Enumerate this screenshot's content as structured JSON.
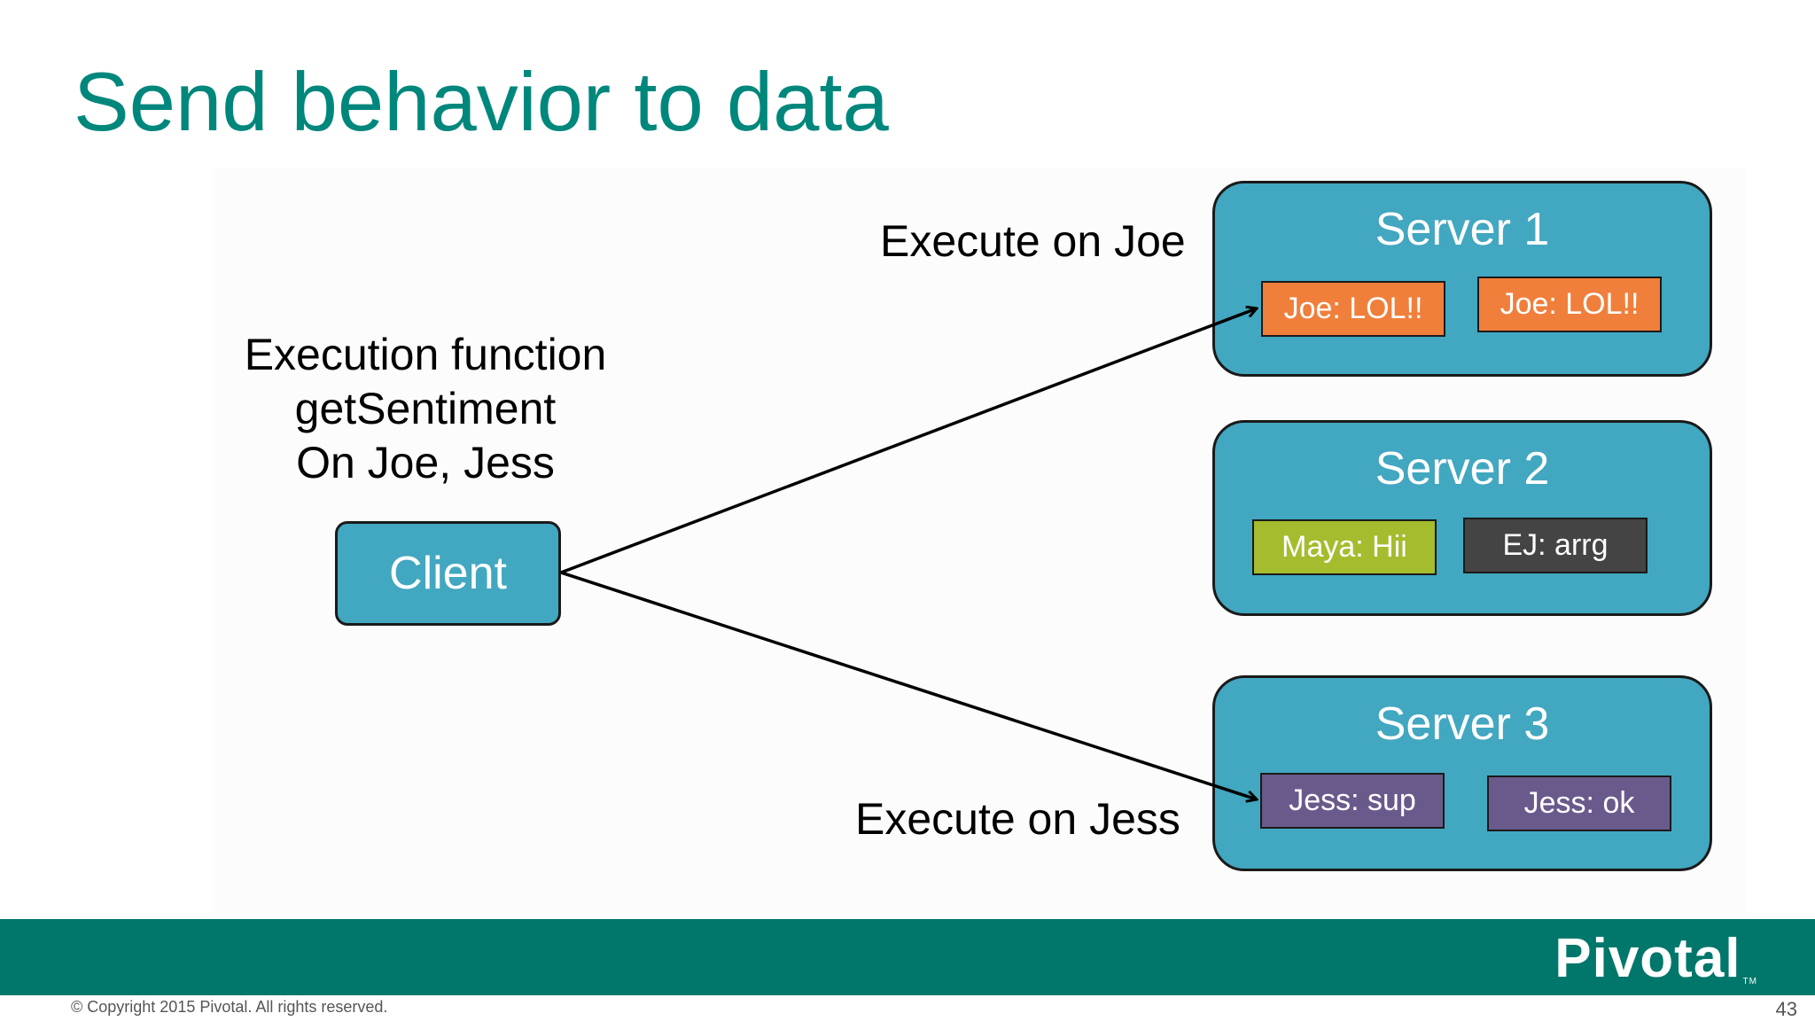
{
  "slide": {
    "title": "Send behavior to data",
    "footer": {
      "copyright": "© Copyright 2015 Pivotal. All rights reserved.",
      "page_number": "43",
      "logo_text": "Pivotal",
      "logo_tm": "TM"
    },
    "colors": {
      "title": "#00877C",
      "footer_band": "#00776A",
      "box_fill": "#42A7C0",
      "joe_chip": "#F07F3C",
      "maya_chip": "#A5BC2E",
      "ej_chip": "#444444",
      "jess_chip": "#6A5A8C"
    }
  },
  "diagram": {
    "execution_text": [
      "Execution function",
      "getSentiment",
      "On Joe, Jess"
    ],
    "client_label": "Client",
    "arrow_labels": {
      "top": "Execute on Joe",
      "bottom": "Execute on Jess"
    },
    "servers": [
      {
        "name": "Server 1",
        "chips": [
          {
            "label": "Joe: LOL!!"
          },
          {
            "label": "Joe: LOL!!"
          }
        ]
      },
      {
        "name": "Server 2",
        "chips": [
          {
            "label": "Maya: Hii"
          },
          {
            "label": "EJ: arrg"
          }
        ]
      },
      {
        "name": "Server 3",
        "chips": [
          {
            "label": "Jess: sup"
          },
          {
            "label": "Jess: ok"
          }
        ]
      }
    ]
  }
}
